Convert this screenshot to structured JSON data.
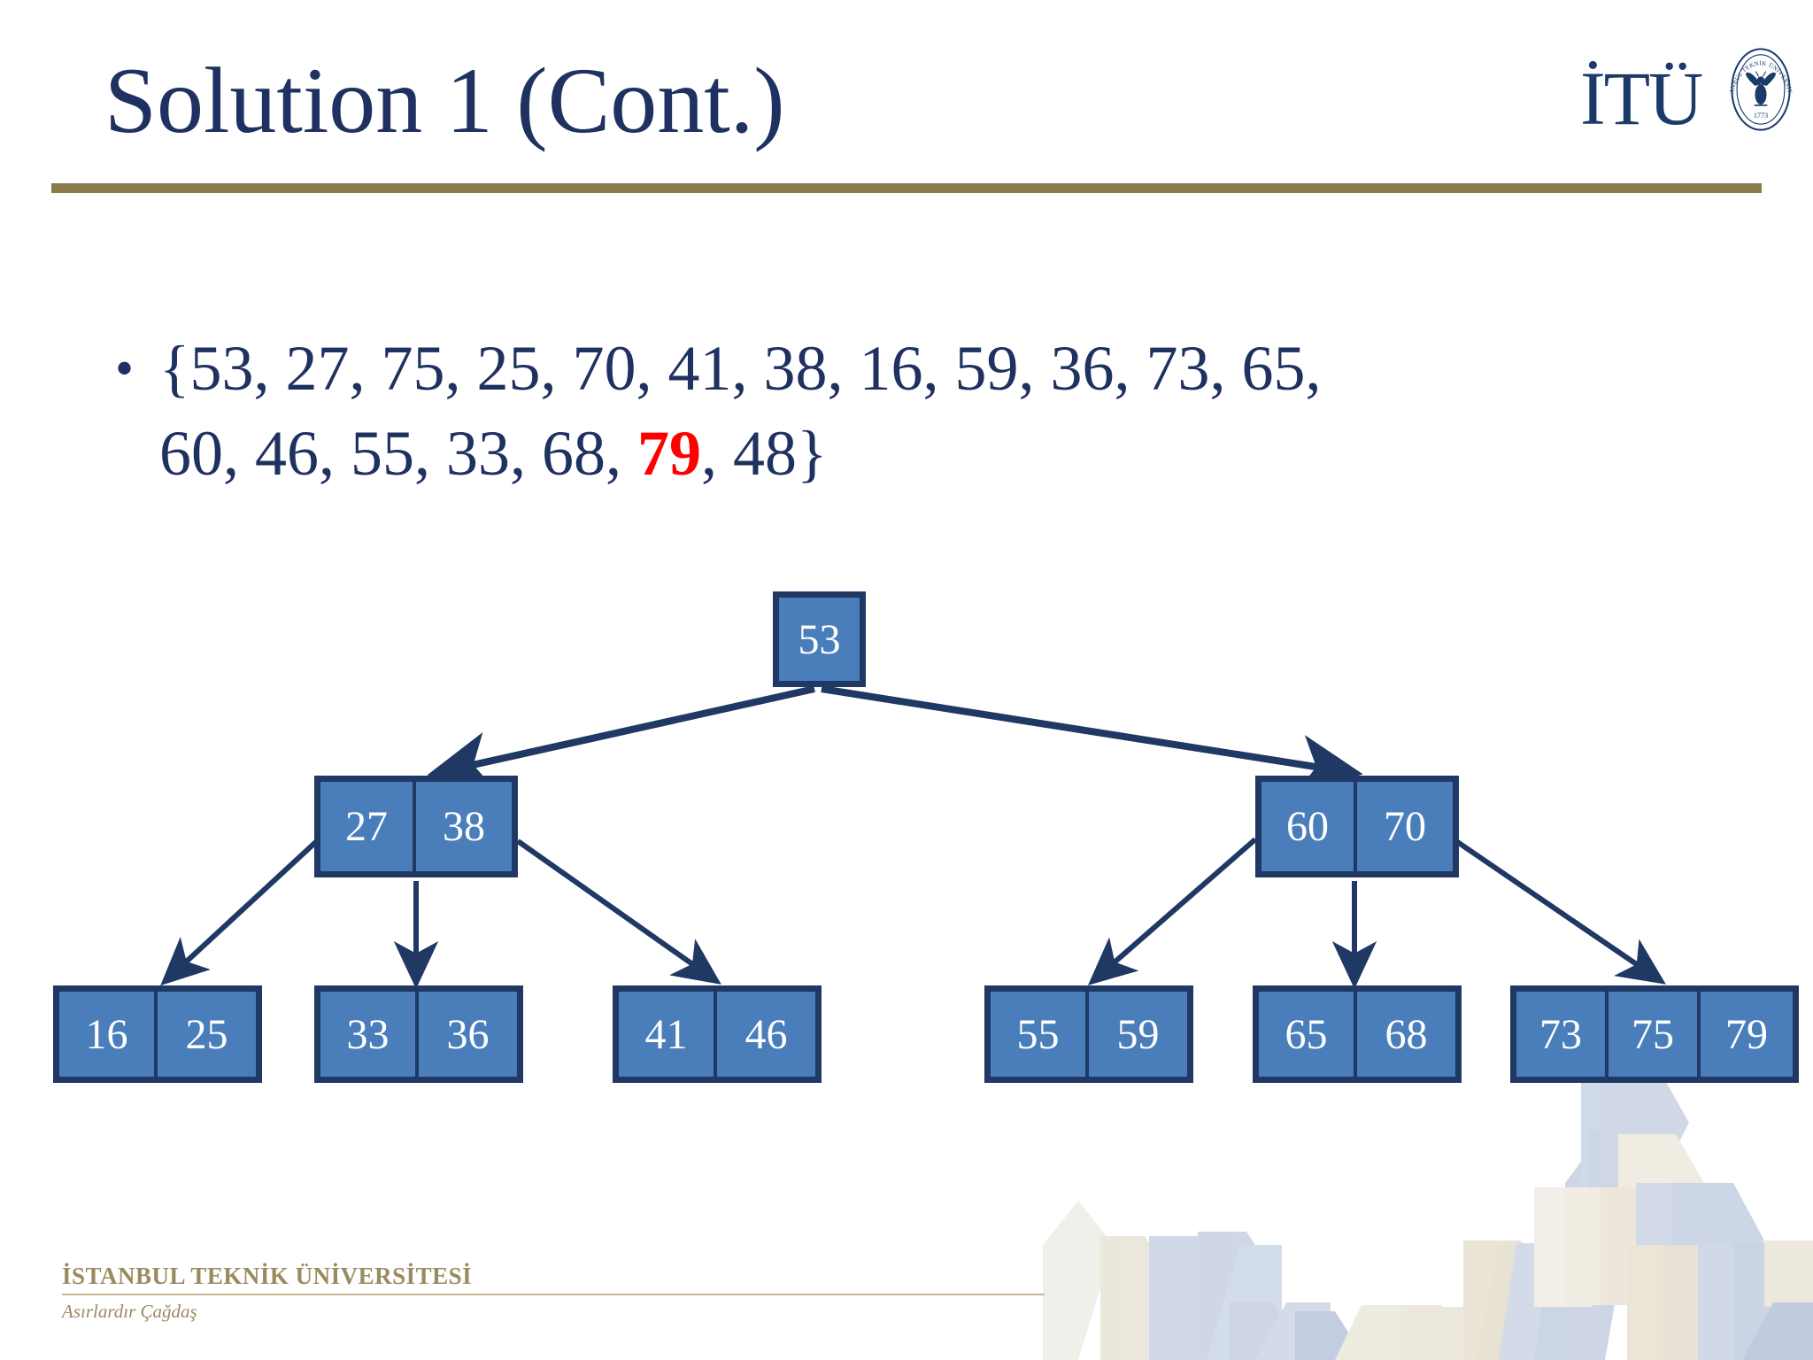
{
  "slide": {
    "title": "Solution 1 (Cont.)",
    "accent_gold": "#8c7a4d",
    "title_color": "#1f3161",
    "node_fill": "#4a7ebb",
    "node_border": "#1f3864",
    "highlight_color": "#ff0000"
  },
  "logo": {
    "wordmark": "İTÜ",
    "seal_top_text": "İSTANBUL TEKNİK ÜNİVERSİTESİ",
    "seal_year": "1773"
  },
  "body": {
    "bullet_glyph": "•",
    "set_prefix": "{53, 27, 75, 25, 70, 41, 38, 16, 59, 36, 73, 65, 60, 46, 55, 33, 68, ",
    "set_highlight": "79",
    "set_suffix": ", 48}",
    "line1": "{53, 27, 75, 25, 70, 41, 38, 16, 59, 36, 73, 65,",
    "line2_prefix": "60, 46, 55, 33, 68, ",
    "line2_highlight": "79",
    "line2_suffix": ", 48}",
    "values": [
      53,
      27,
      75,
      25,
      70,
      41,
      38,
      16,
      59,
      36,
      73,
      65,
      60,
      46,
      55,
      33,
      68,
      79,
      48
    ],
    "highlighted_value": 79
  },
  "tree": {
    "type": "b-tree",
    "root": {
      "keys": [
        "53"
      ]
    },
    "level2": [
      {
        "keys": [
          "27",
          "38"
        ]
      },
      {
        "keys": [
          "60",
          "70"
        ]
      }
    ],
    "leaves": [
      {
        "keys": [
          "16",
          "25"
        ]
      },
      {
        "keys": [
          "33",
          "36"
        ]
      },
      {
        "keys": [
          "41",
          "46"
        ]
      },
      {
        "keys": [
          "55",
          "59"
        ]
      },
      {
        "keys": [
          "65",
          "68"
        ]
      },
      {
        "keys": [
          "73",
          "75",
          "79"
        ]
      }
    ]
  },
  "footer": {
    "university": "İSTANBUL TEKNİK ÜNİVERSİTESİ",
    "tagline": "Asırlardır Çağdaş"
  }
}
